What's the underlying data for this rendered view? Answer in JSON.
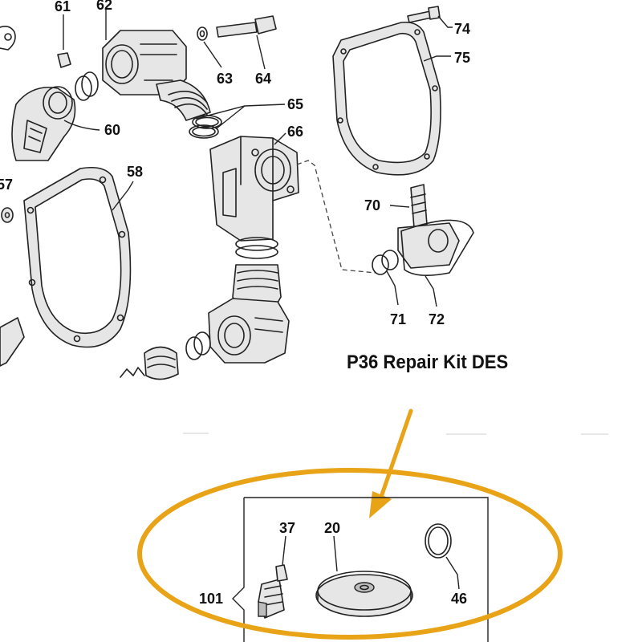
{
  "callouts": {
    "p61": "61",
    "p62": "62",
    "p63": "63",
    "p64": "64",
    "p74": "74",
    "p75": "75",
    "p65": "65",
    "p60": "60",
    "p66": "66",
    "p58": "58",
    "p57": "57",
    "p70": "70",
    "p71": "71",
    "p72": "72",
    "p37": "37",
    "p20": "20",
    "p46": "46",
    "p101": "101"
  },
  "kit_title": "P36 Repair Kit DES",
  "colors": {
    "highlight_ellipse": "#E8A317",
    "highlight_arrow": "#E8A317",
    "line_art": "#222222"
  }
}
